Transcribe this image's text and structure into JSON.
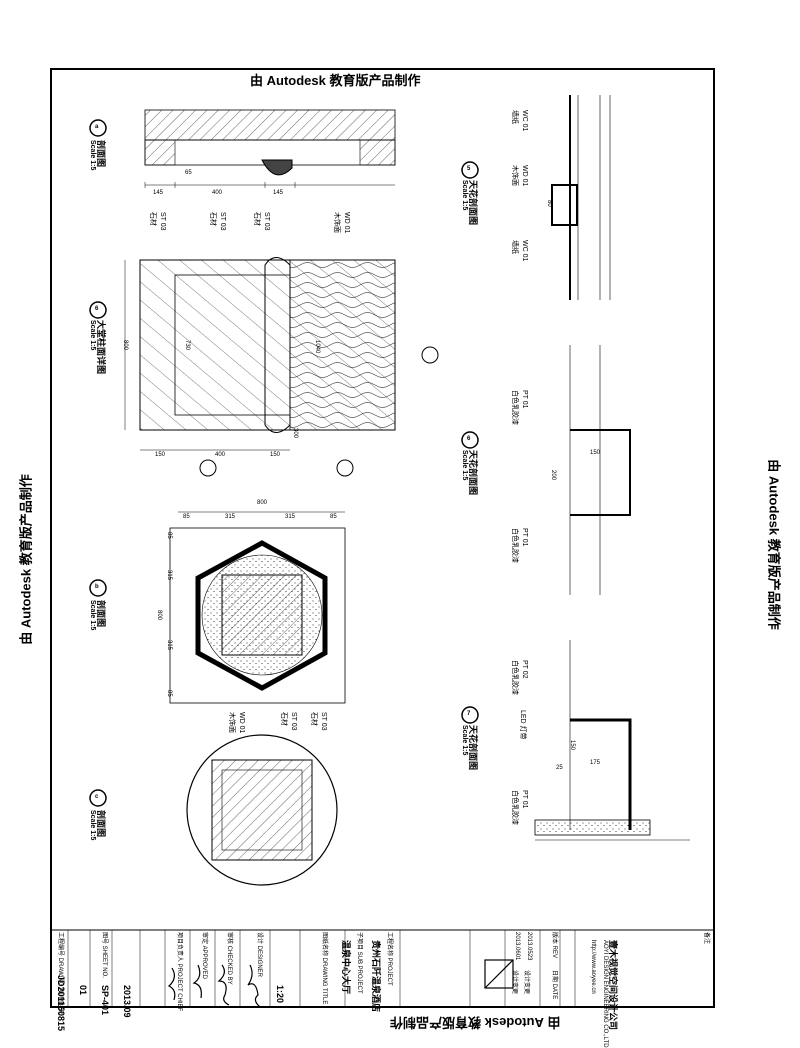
{
  "watermark": "由 Autodesk 教育版产品制作",
  "details": [
    {
      "id": "a",
      "title": "剖面图",
      "scale": "Scale 1:5"
    },
    {
      "id": "6",
      "title": "大堂柱面详图",
      "scale": "Scale 1:5"
    },
    {
      "id": "b",
      "title": "剖面图",
      "scale": "Scale 1:5"
    },
    {
      "id": "c",
      "title": "剖面图",
      "scale": "Scale 1:5"
    },
    {
      "id": "5",
      "title": "天花剖面图",
      "scale": "Scale 1:5"
    },
    {
      "id": "6",
      "title": "天花剖面图",
      "scale": "Scale 1:5"
    },
    {
      "id": "7",
      "title": "天花剖面图",
      "scale": "Scale 1:5"
    }
  ],
  "material_tags": {
    "st03": "ST 03",
    "stone": "石材",
    "wd01": "WD 01",
    "wood": "木饰面",
    "wc01": "WC 01",
    "wallpaper": "墙纸",
    "pt01": "PT 01",
    "emulsion": "白色乳胶漆",
    "pt02": "PT 02",
    "led": "LED 灯带"
  },
  "dimensions": {
    "a": [
      "145",
      "400",
      "145",
      "65"
    ],
    "six_h": [
      "150",
      "400",
      "150"
    ],
    "six_v": [
      "800",
      "730",
      "1040",
      "300"
    ],
    "b_top": [
      "800",
      "85",
      "315",
      "315",
      "85"
    ],
    "b_side": [
      "800",
      "85",
      "315",
      "315",
      "85"
    ],
    "ceil5": [
      "80"
    ],
    "ceil6": [
      "150",
      "200"
    ],
    "ceil7": [
      "175",
      "150",
      "25"
    ]
  },
  "title_block": {
    "company": "壹木视觉空间设计公司",
    "company_en": "AOYI DESIGN ENGINEERING CO.,LTD",
    "url": "http://www.aoyee.cn",
    "project": "贵州石阡温泉酒店",
    "drawing": "温泉中心大厅",
    "scale": "1:20",
    "date": "2013.09",
    "sheet": "SP-401",
    "rev": "01",
    "code": "JD201150815",
    "rev_rows": [
      {
        "date": "2013.0523",
        "desc": "设计变更"
      },
      {
        "date": "2013.0601",
        "desc": "设计变更"
      }
    ],
    "labels": {
      "notes": "备注",
      "project_label": "工程名称 PROJECT",
      "sub_project": "子项目 SUB PROJECT",
      "drawing_title": "图纸名称 DRAWING TITLE",
      "designer": "设计 DESIGNER",
      "checked": "审核 CHECKED BY",
      "approved": "审定 APPROVED",
      "pm": "项目负责人 PROJECT CHIEF",
      "sheet_no": "图号 SHEET NO.",
      "draw_no": "工程编号 DRAWING NUMBER",
      "rev_label": "版本 REV",
      "date_label": "日期 DATE"
    }
  }
}
